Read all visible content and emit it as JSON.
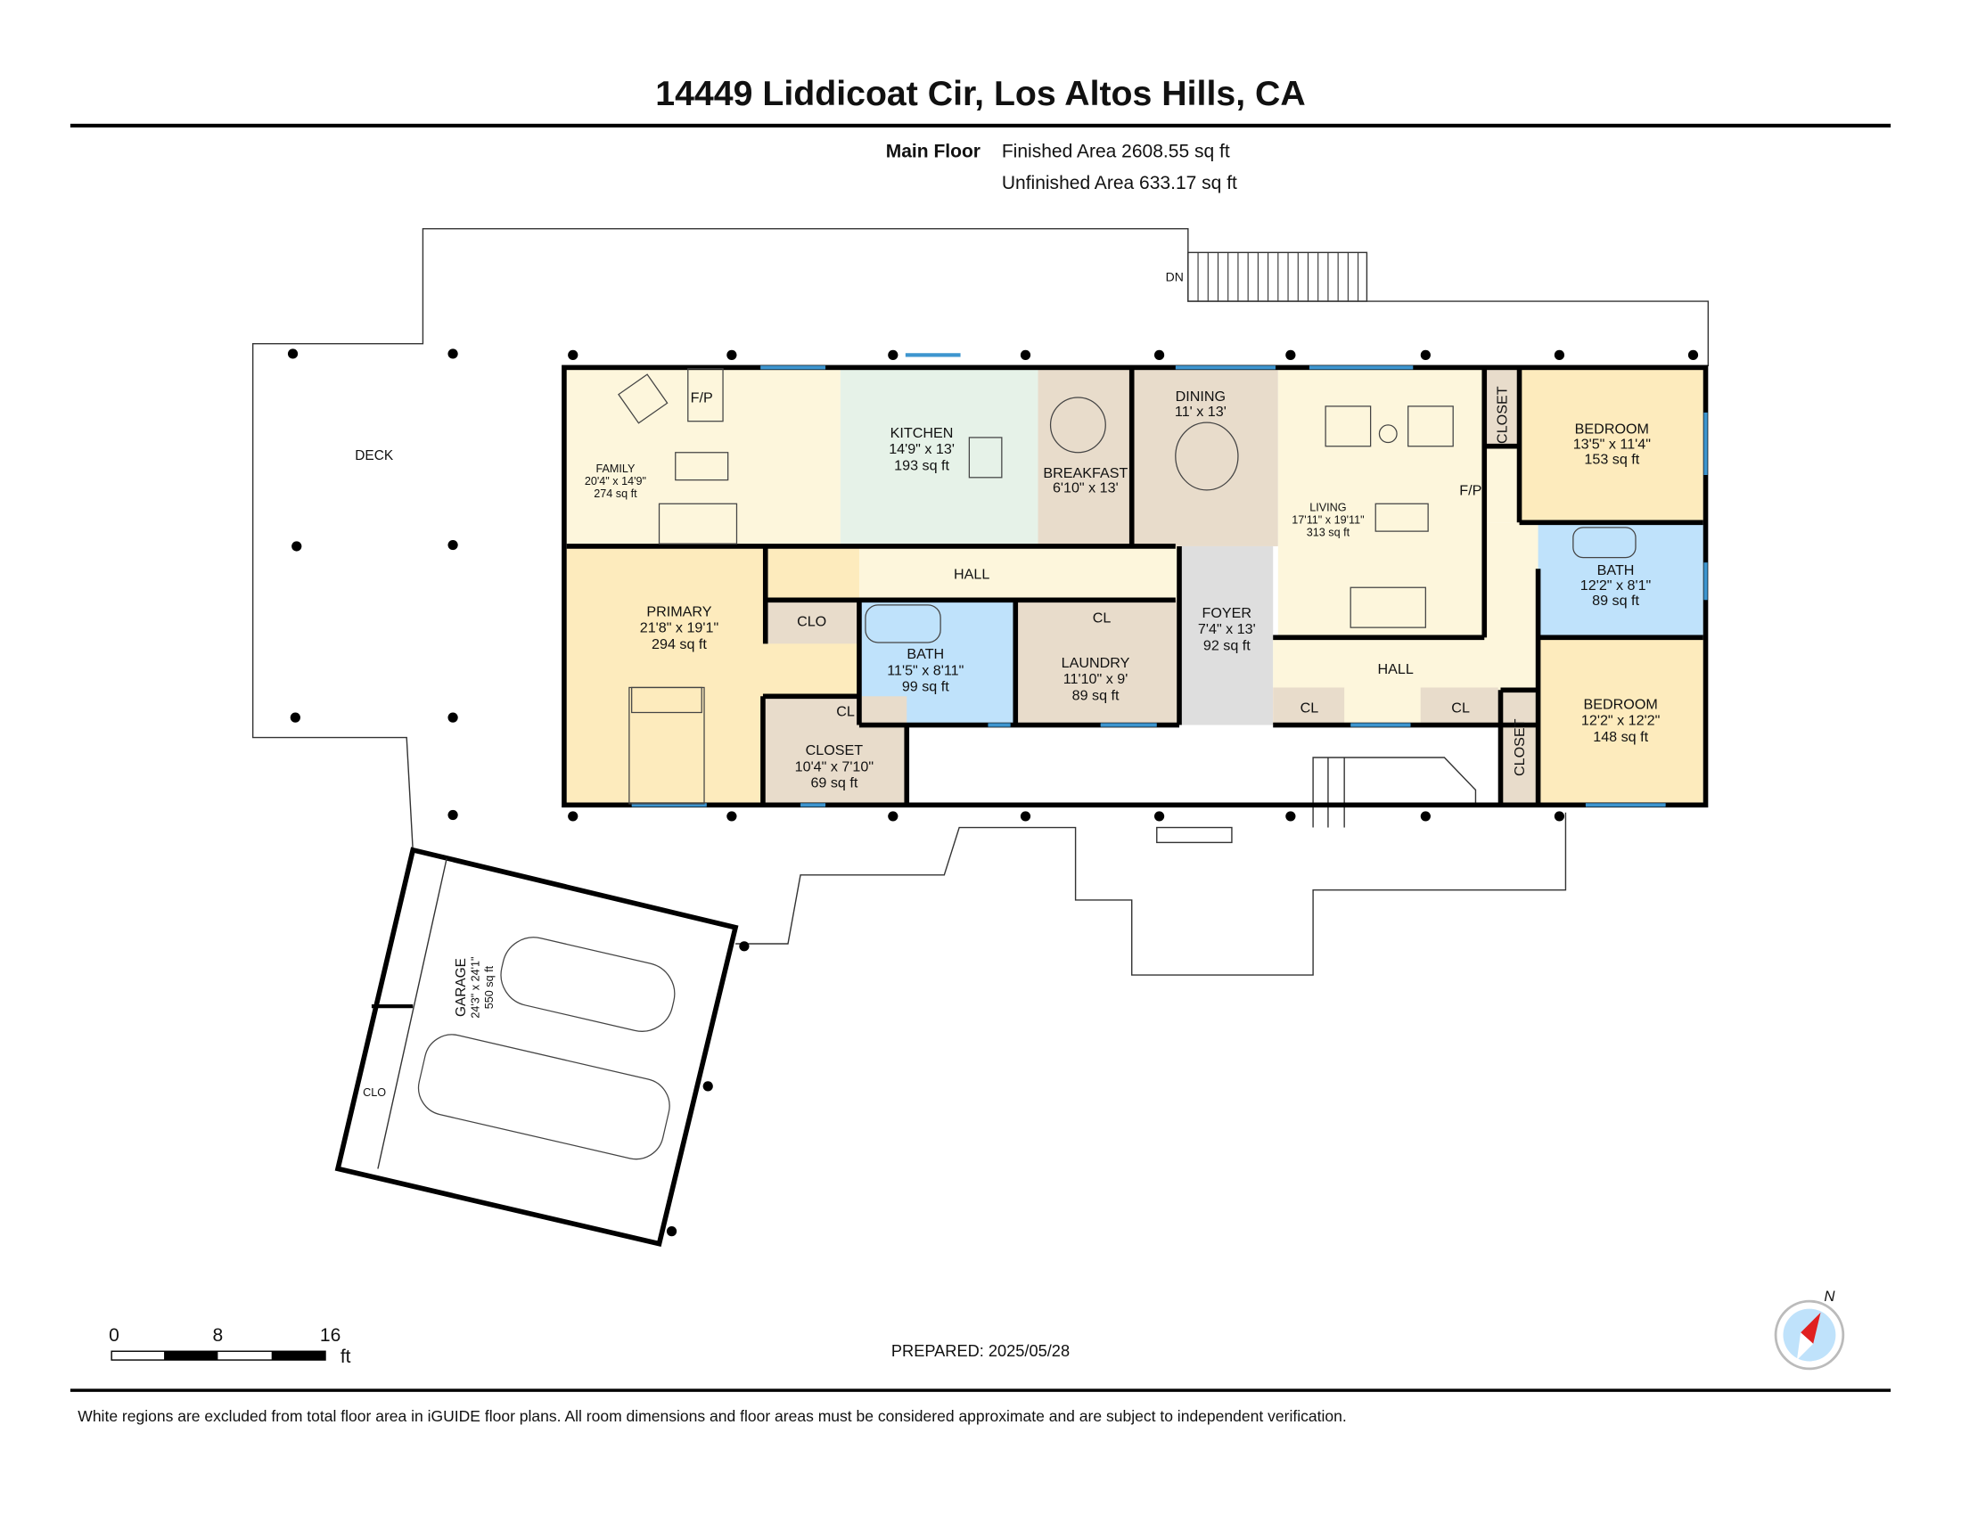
{
  "header": {
    "title": "14449 Liddicoat Cir, Los Altos Hills, CA"
  },
  "summary": {
    "floor": "Main Floor",
    "finished": "Finished Area 2608.55 sq ft",
    "unfinished": "Unfinished Area 633.17 sq ft"
  },
  "labels": {
    "deck": "DECK",
    "dn": "DN",
    "fp": "F/P",
    "hall": "HALL",
    "clo": "CLO",
    "cl": "CL",
    "closet": "CLOSET"
  },
  "rooms": {
    "family": {
      "name": "FAMILY",
      "dims": "20'4\" x 14'9\"",
      "area": "274 sq ft"
    },
    "kitchen": {
      "name": "KITCHEN",
      "dims": "14'9\" x 13'",
      "area": "193 sq ft"
    },
    "breakfast": {
      "name": "BREAKFAST",
      "dims": "6'10\" x 13'"
    },
    "dining": {
      "name": "DINING",
      "dims": "11' x 13'"
    },
    "living": {
      "name": "LIVING",
      "dims": "17'11\" x 19'11\"",
      "area": "313 sq ft"
    },
    "bedroom1": {
      "name": "BEDROOM",
      "dims": "13'5\" x 11'4\"",
      "area": "153 sq ft"
    },
    "primary": {
      "name": "PRIMARY",
      "dims": "21'8\" x 19'1\"",
      "area": "294 sq ft"
    },
    "bath1": {
      "name": "BATH",
      "dims": "11'5\" x 8'11\"",
      "area": "99 sq ft"
    },
    "laundry": {
      "name": "LAUNDRY",
      "dims": "11'10\" x 9'",
      "area": "89 sq ft"
    },
    "closet": {
      "name": "CLOSET",
      "dims": "10'4\" x 7'10\"",
      "area": "69 sq ft"
    },
    "foyer": {
      "name": "FOYER",
      "dims": "7'4\" x 13'",
      "area": "92 sq ft"
    },
    "bath2": {
      "name": "BATH",
      "dims": "12'2\" x 8'1\"",
      "area": "89 sq ft"
    },
    "bedroom2": {
      "name": "BEDROOM",
      "dims": "12'2\" x 12'2\"",
      "area": "148 sq ft"
    },
    "garage": {
      "name": "GARAGE",
      "dims": "24'3\" x 24'1\"",
      "area": "550 sq ft"
    }
  },
  "scale": {
    "t0": "0",
    "t1": "8",
    "t2": "16",
    "unit": "ft"
  },
  "compass": {
    "label": "N"
  },
  "prepared": "PREPARED: 2025/05/28",
  "footer": "White regions are excluded from total floor area in iGUIDE floor plans. All room dimensions and floor areas must be considered approximate and are subject to independent verification.",
  "colors": {
    "warm": "#fdf6dc",
    "bedroom": "#fdebbd",
    "bath": "#bfe2fb",
    "utility": "#e8dccb",
    "kitchen": "#e6f2e8",
    "foyer": "#dedede",
    "window": "#3d95cf"
  }
}
